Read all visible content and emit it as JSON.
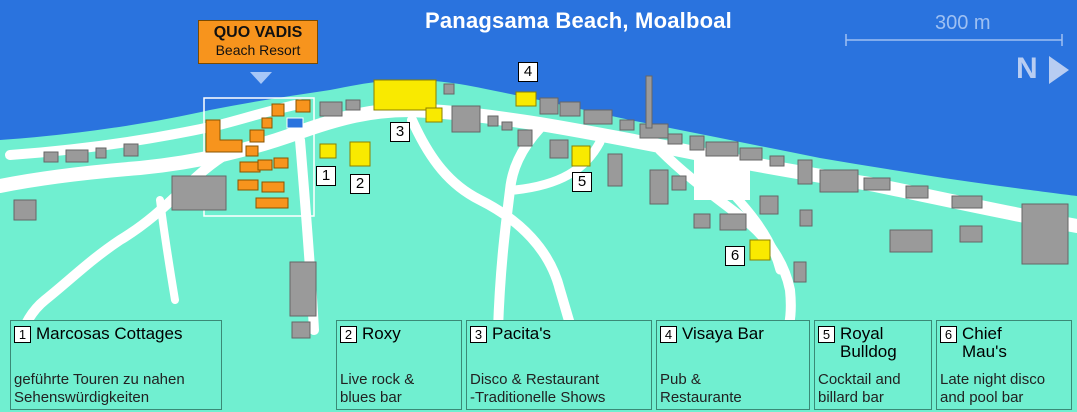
{
  "map": {
    "title": "Panagsama Beach, Moalboal",
    "scale_label": "300 m",
    "north_label": "N",
    "colors": {
      "sea": "#2a73de",
      "land": "#70efd0",
      "road": "#ffffff",
      "building": "#9a9a9a",
      "hotel": "#f7941d",
      "venue": "#f9ea00",
      "label_text": "#000000"
    }
  },
  "resort": {
    "name": "QUO VADIS",
    "subtitle": "Beach Resort"
  },
  "pois": [
    {
      "number": "1",
      "name": "Marcosas Cottages",
      "description": "geführte Touren zu nahen\nSehenswürdigkeiten"
    },
    {
      "number": "2",
      "name": "Roxy",
      "description": "Live rock &\nblues bar"
    },
    {
      "number": "3",
      "name": "Pacita's",
      "description": "Disco & Restaurant\n-Traditionelle Shows"
    },
    {
      "number": "4",
      "name": "Visaya Bar",
      "description": "Pub &\nRestaurante"
    },
    {
      "number": "5",
      "name": "Royal\nBulldog",
      "description": "Cocktail and\nbillard bar"
    },
    {
      "number": "6",
      "name": "Chief\nMau's",
      "description": "Late night disco\nand pool bar"
    }
  ]
}
